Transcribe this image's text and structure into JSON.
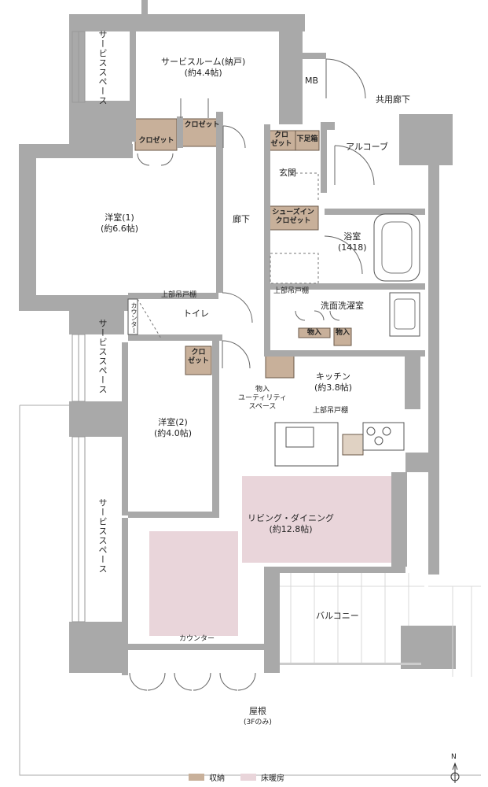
{
  "rooms": {
    "service_room_name": "サービスルーム(納戸)",
    "service_room_size": "(約4.4帖)",
    "western1_name": "洋室(1)",
    "western1_size": "(約6.6帖)",
    "western2_name": "洋室(2)",
    "western2_size": "(約4.0帖)",
    "hallway": "廊下",
    "entrance": "玄関",
    "alcove": "アルコーブ",
    "common_corridor": "共用廊下",
    "bath_name": "浴室",
    "bath_size": "(1418)",
    "washroom": "洗面洗濯室",
    "toilet": "トイレ",
    "kitchen_name": "キッチン",
    "kitchen_size": "(約3.8帖)",
    "living_name": "リビング・ダイニング",
    "living_size": "(約12.8帖)",
    "balcony": "バルコニー",
    "roof_name": "屋根",
    "roof_note": "(3Fのみ)",
    "mb": "MB"
  },
  "storage": {
    "closet": "クロゼット",
    "closet_small_1": "クロ",
    "closet_small_2": "ゼット",
    "shoe_rack": "下足箱",
    "shoe_in_1": "シューズイン",
    "shoe_in_2": "クロゼット",
    "storage_short": "物入",
    "storage_vertical": "物入"
  },
  "annotations": {
    "upper_cabinet": "上部吊戸棚",
    "counter": "カウンター",
    "counter_vertical": "カウンター",
    "utility_1": "物入",
    "utility_2": "ユーティリティ",
    "utility_3": "スペース"
  },
  "service_spaces": {
    "label": "サービススペース"
  },
  "legend": {
    "storage_label": "収納",
    "heated_label": "床暖房",
    "storage_color": "#c8b09a",
    "heated_color": "#e9d5da"
  },
  "compass": {
    "north": "N"
  }
}
